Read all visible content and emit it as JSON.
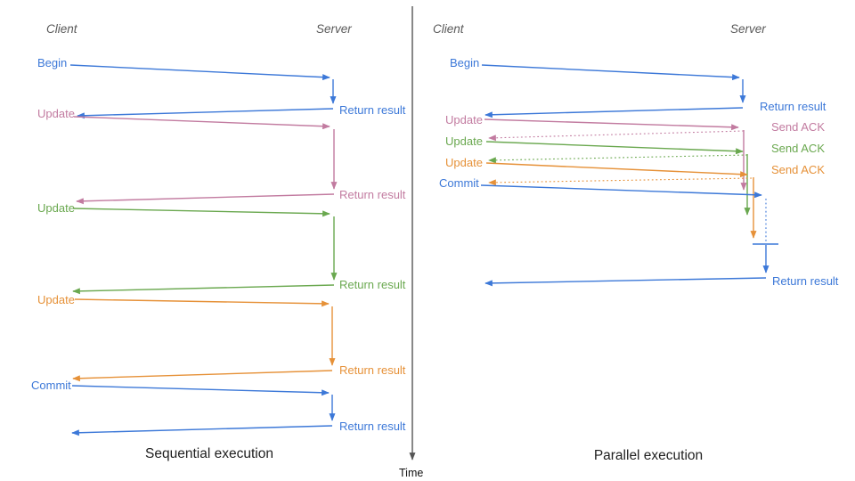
{
  "palette": {
    "blue": "#3c78d8",
    "pink": "#c27ba0",
    "green": "#6aa84f",
    "orange": "#e69138",
    "axis_gray": "#555555",
    "header_gray": "#595959",
    "title_black": "#1f1f1f"
  },
  "axis": {
    "label": "Time"
  },
  "panels": [
    {
      "name": "sequential",
      "title": "Sequential execution",
      "client_header": "Client",
      "server_header": "Server",
      "messages": [
        {
          "label": "Begin",
          "color": "blue",
          "response": "Return result"
        },
        {
          "label": "Update",
          "color": "pink",
          "response": "Return result"
        },
        {
          "label": "Update",
          "color": "green",
          "response": "Return result"
        },
        {
          "label": "Update",
          "color": "orange",
          "response": "Return result"
        },
        {
          "label": "Commit",
          "color": "blue",
          "response": "Return result"
        }
      ]
    },
    {
      "name": "parallel",
      "title": "Parallel execution",
      "client_header": "Client",
      "server_header": "Server",
      "messages": [
        {
          "label": "Begin",
          "color": "blue",
          "response": "Return result"
        },
        {
          "label": "Update",
          "color": "pink",
          "response": "Send ACK"
        },
        {
          "label": "Update",
          "color": "green",
          "response": "Send ACK"
        },
        {
          "label": "Update",
          "color": "orange",
          "response": "Send ACK"
        },
        {
          "label": "Commit",
          "color": "blue",
          "response": "Return result"
        }
      ]
    }
  ]
}
